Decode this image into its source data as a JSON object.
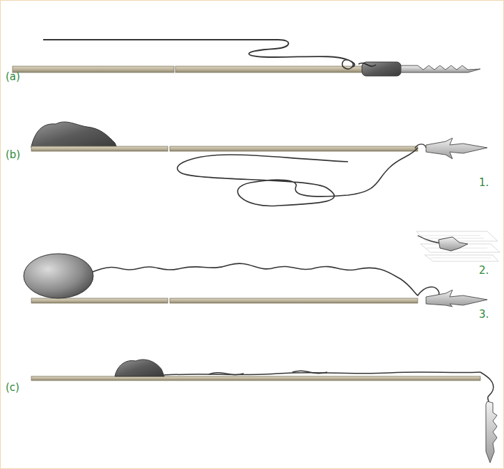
{
  "diagram": {
    "labels": [
      "(a)",
      "(b)",
      "1.",
      "2.",
      "3.",
      "(c)"
    ]
  }
}
